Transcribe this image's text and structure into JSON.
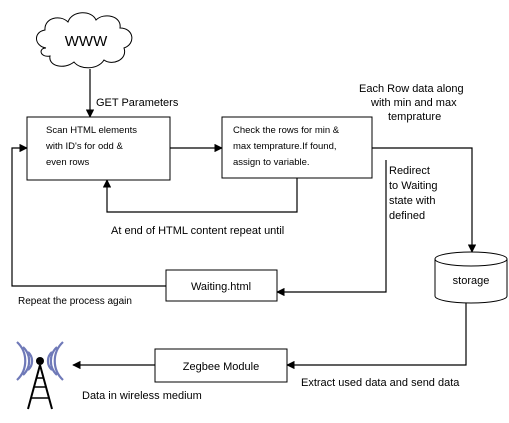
{
  "nodes": {
    "www": "WWW",
    "scan": [
      "Scan HTML elements",
      "with ID's for odd &",
      "even rows"
    ],
    "check": [
      "Check the rows for min &",
      "max temprature.If found,",
      "assign to variable."
    ],
    "waiting": "Waiting.html",
    "storage": "storage",
    "zegbee": "Zegbee Module"
  },
  "labels": {
    "get_params": "GET Parameters",
    "each_row": [
      "Each Row data along",
      "with min and max",
      "temprature"
    ],
    "redirect": [
      "Redirect",
      "to Waiting",
      "state with",
      "defined"
    ],
    "end_of_html": "At end of HTML content repeat until",
    "repeat": "Repeat the process again",
    "extract": "Extract used data and send data",
    "wireless": "Data in wireless medium"
  },
  "icons": {
    "antenna": "radio-tower-icon"
  }
}
